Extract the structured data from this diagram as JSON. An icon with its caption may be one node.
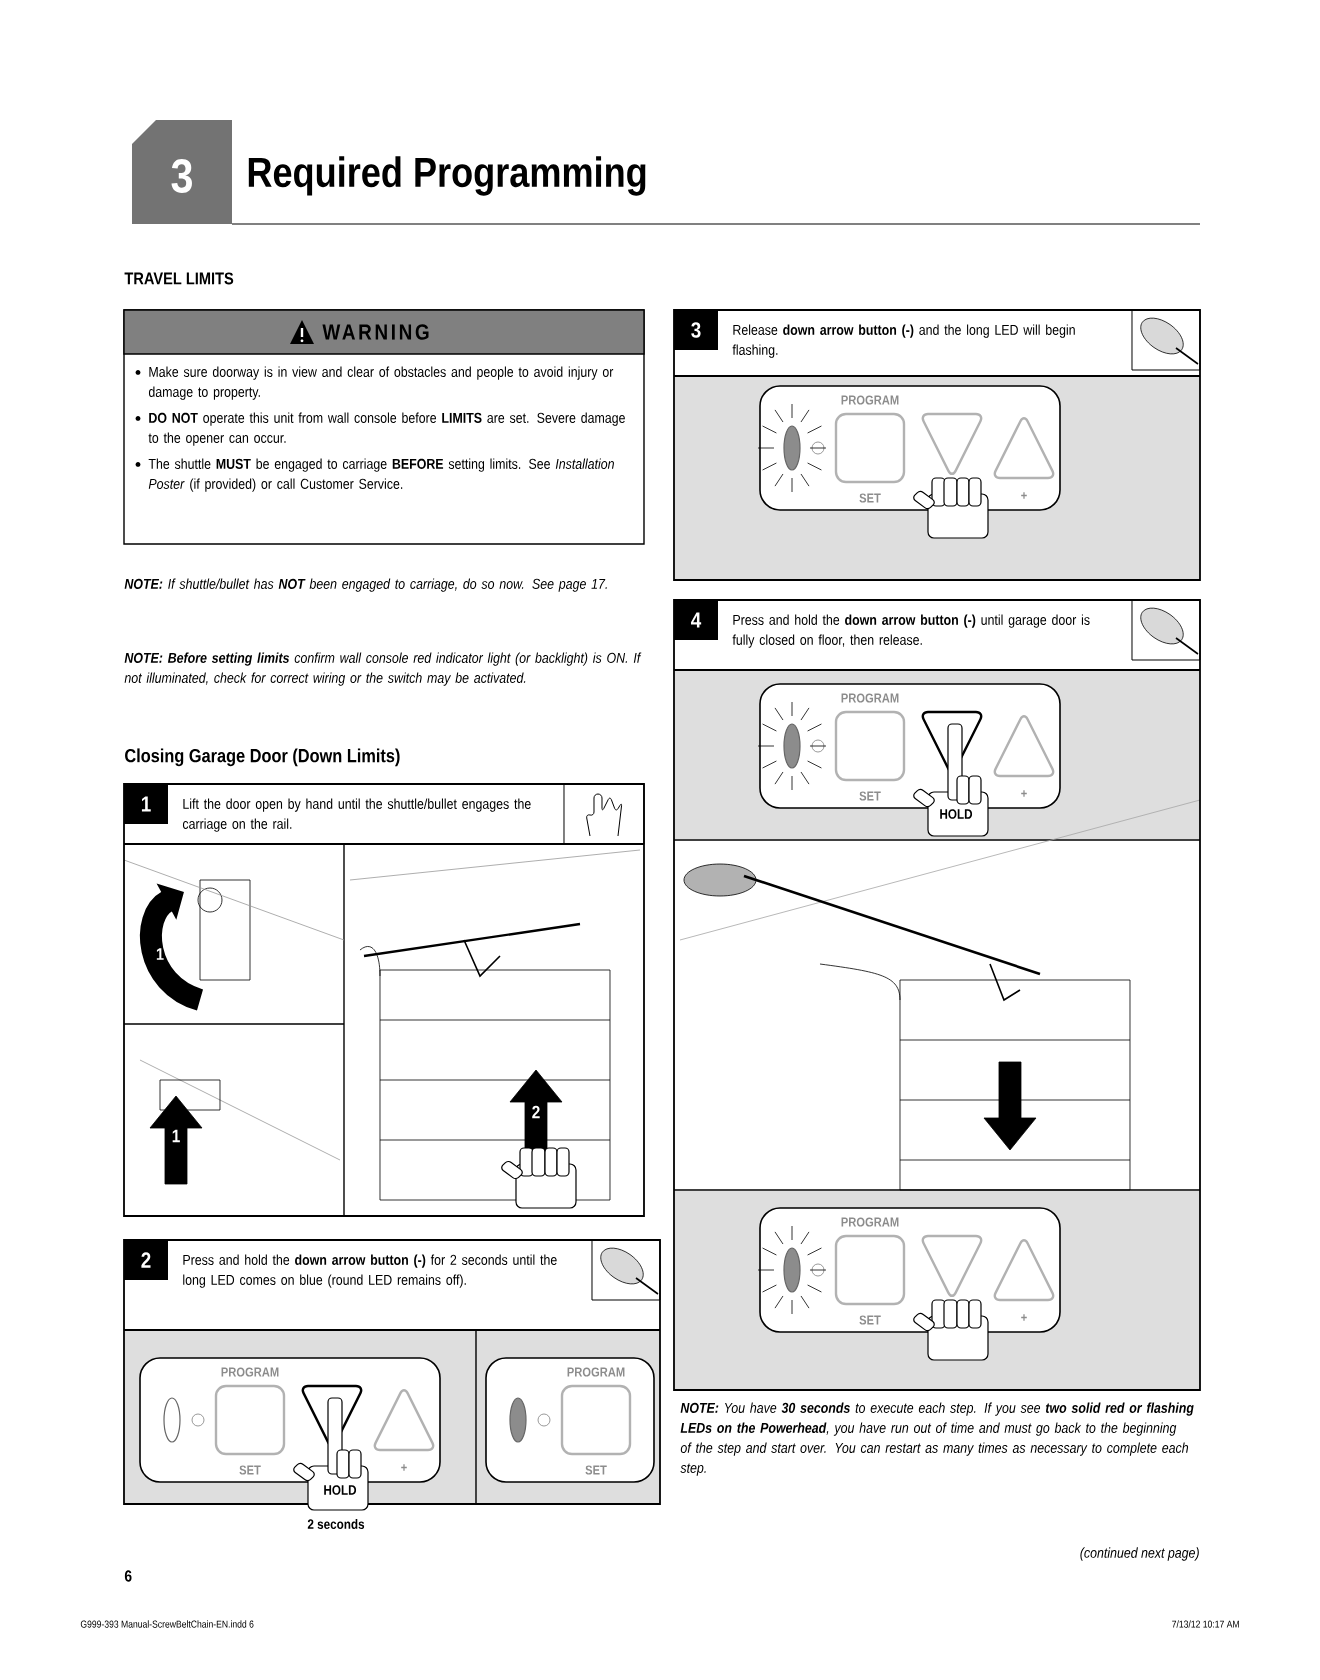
{
  "diagram": {
    "title": "Required Programming",
    "nodes": [
      {
        "text": [
          "WARNING",
          "Make sure doorway is in view and clear of obstacles and people to avoid injury or damage to property.",
          "**DO NOT** operate this unit from wall console before **LIMITS** are set. Severe damage to the opener can occur.",
          "The shuttle **MUST** be engaged to carriage **BEFORE** setting limits. See *Installation Poster* (if provided) or call Customer Service."
        ]
      },
      {
        "text": [
          "1",
          "Lift the door open by hand until the shuttle/bullet engages the carriage on the rail."
        ]
      },
      {
        "text": [
          "2",
          "Press and hold the **down arrow button (-)** for 2 seconds until the long LED comes on blue (round LED remains off)."
        ]
      },
      {
        "text": [
          "PROGRAM",
          "SET",
          "+"
        ],
        "in": 2
      },
      {
        "text": [
          "PROGRAM",
          "SET"
        ],
        "in": 2
      },
      {
        "text": [
          "3",
          "Release **down arrow button (-)** and the long LED will begin flashing."
        ]
      },
      {
        "text": [
          "PROGRAM",
          "SET",
          "+"
        ],
        "in": 5
      },
      {
        "text": [
          "4",
          "Press and hold the **down arrow button (-)** until garage door is fully closed on floor, then release."
        ]
      },
      {
        "text": [
          "PROGRAM",
          "SET",
          "+"
        ],
        "in": 7
      },
      {
        "text": [
          "PROGRAM",
          "SET",
          "+"
        ],
        "in": 7
      }
    ],
    "labels": [
      "3",
      "TRAVEL LIMITS",
      "**NOTE:** If shuttle/bullet has **NOT** been engaged to carriage, do so now. See page 17.",
      "**NOTE: Before setting limits** confirm wall console red indicator light (or backlight) is ON. If not illuminated, check for correct wiring or the switch may be activated.",
      "Closing Garage Door (Down Limits)",
      "1",
      "1",
      "2",
      "HOLD",
      "2 seconds",
      "HOLD",
      "**NOTE:** You have **30 seconds** to execute each step. If you see **two solid red or flashing LEDs on the Powerhead**, you have run out of time and must go back to the beginning of the step and start over. You can restart as many times as necessary to complete each step.",
      "(continued next page)",
      "6",
      "G999-393 Manual-ScrewBeltChain-EN.indd 6",
      "7/13/12 10:17 AM"
    ]
  }
}
